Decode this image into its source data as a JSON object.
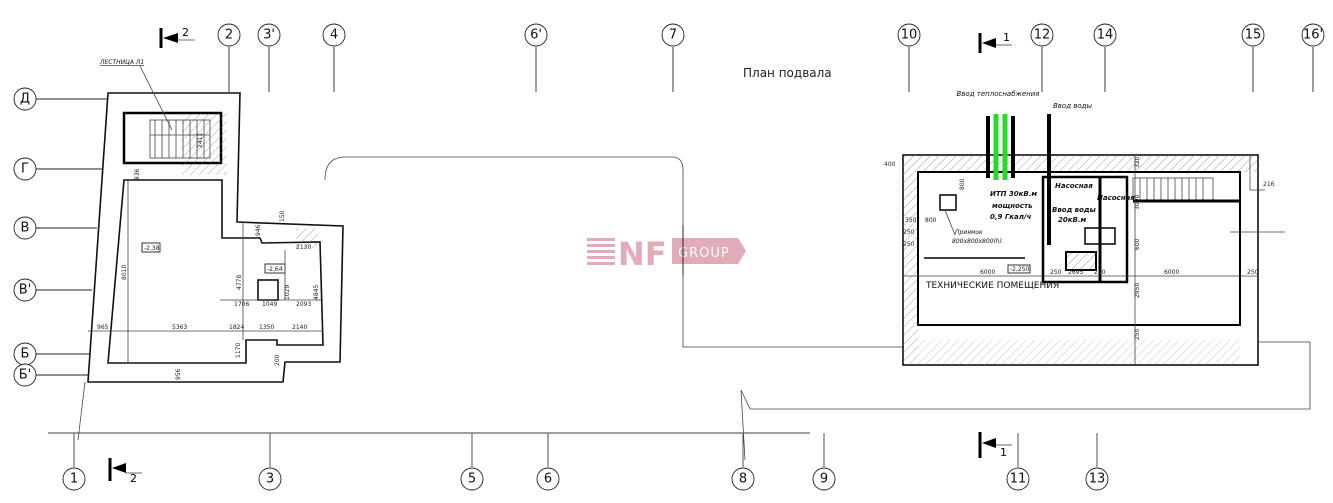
{
  "title": "План подвала",
  "axes_top": [
    "2",
    "3'",
    "4",
    "6'",
    "7",
    "10",
    "12",
    "14",
    "15",
    "16'"
  ],
  "axes_bottom": [
    "1",
    "3",
    "5",
    "6",
    "8",
    "9",
    "11",
    "13"
  ],
  "axes_left": [
    "Д",
    "Г",
    "В",
    "В'",
    "Б",
    "Б'"
  ],
  "section_marks": {
    "top_left": "2",
    "top_right": "1",
    "bottom_left": "2",
    "bottom_right": "1"
  },
  "left_plan": {
    "stair_label": "ЛЕСТНИЦА Л1",
    "levels": [
      "-2,38",
      "-2,64"
    ],
    "dims": [
      "2411",
      "836",
      "8010",
      "946",
      "150",
      "2130",
      "4778",
      "1029",
      "4845",
      "1706",
      "1049",
      "2093",
      "965",
      "5363",
      "1824",
      "1350",
      "2140",
      "1170",
      "200",
      "956"
    ]
  },
  "right_plan": {
    "heat_input_label": "Ввод теплоснабжения",
    "water_input_label": "Ввод воды",
    "itp_label": [
      "ИТП 30кВ.м",
      "мощность",
      "0,9 Гкал/ч"
    ],
    "pump_room_label": "Насосная",
    "water_room_label": [
      "Ввод воды",
      "20кВ.м"
    ],
    "pump_room2_label": "Насосная",
    "pit_label": [
      "Приямок",
      "800х800х800(h)"
    ],
    "level": "-2,250",
    "rooms_label": "ТЕХНИЧЕСКИЕ ПОМЕЩЕНИЯ",
    "dims": [
      "400",
      "800",
      "800",
      "350",
      "250",
      "250",
      "6000",
      "250",
      "2695",
      "250",
      "6000",
      "250",
      "3000",
      "600",
      "2950",
      "250",
      "216",
      "320"
    ]
  },
  "watermark": {
    "logo_letters": "NF",
    "logo_word": "GROUP",
    "color": "#c96a7e"
  },
  "colors": {
    "heat_pipe": "#22dd22",
    "lines": "#111111"
  }
}
